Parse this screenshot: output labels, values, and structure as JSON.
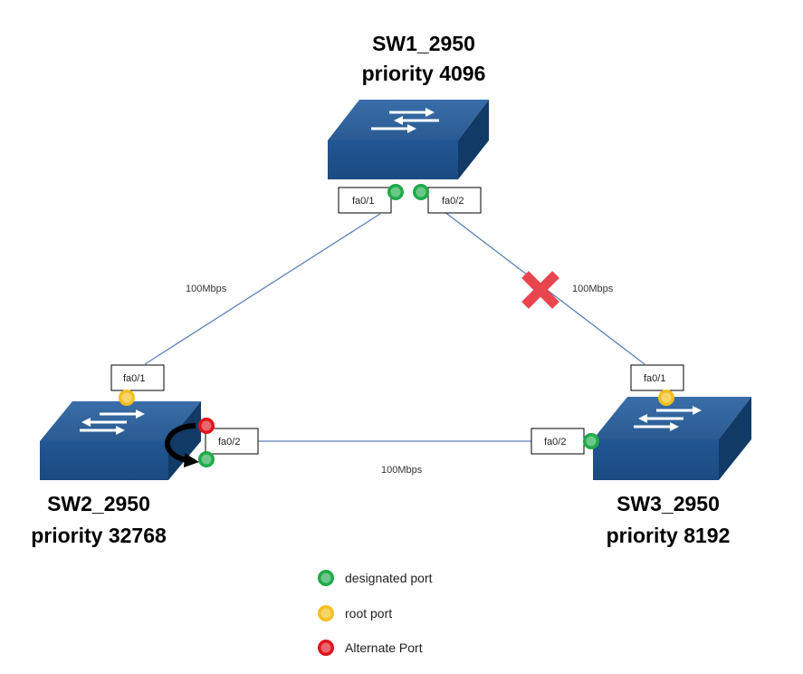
{
  "switches": {
    "sw1": {
      "name": "SW1_2950",
      "priority": "priority 4096"
    },
    "sw2": {
      "name": "SW2_2950",
      "priority": "priority 32768"
    },
    "sw3": {
      "name": "SW3_2950",
      "priority": "priority 8192"
    }
  },
  "ports": {
    "sw1_fa01": {
      "label": "fa0/1",
      "role": "designated"
    },
    "sw1_fa02": {
      "label": "fa0/2",
      "role": "designated"
    },
    "sw2_fa01": {
      "label": "fa0/1",
      "role": "root"
    },
    "sw2_fa02": {
      "label": "fa0/2",
      "role": "designated",
      "previous_role": "alternate"
    },
    "sw3_fa01": {
      "label": "fa0/1",
      "role": "root"
    },
    "sw3_fa02": {
      "label": "fa0/2",
      "role": "designated"
    }
  },
  "links": {
    "sw1_sw2": {
      "speed": "100Mbps",
      "state": "up"
    },
    "sw1_sw3": {
      "speed": "100Mbps",
      "state": "failed"
    },
    "sw2_sw3": {
      "speed": "100Mbps",
      "state": "up"
    }
  },
  "legend": {
    "designated": {
      "label": "designated port",
      "color": "#1faa4b"
    },
    "root": {
      "label": "root port",
      "color": "#f2c01e"
    },
    "alternate": {
      "label": "Alternate Port",
      "color": "#e0141e"
    }
  },
  "colors": {
    "switch_top": "#2d5d92",
    "switch_front": "#1d4f86",
    "switch_side": "#123a66",
    "link": "#5b7fb8",
    "failure_mark": "#e8454f",
    "arrow": "#000000"
  },
  "icons": {
    "switch": "switch-icon",
    "failure": "x-mark-icon",
    "transition": "curved-arrow-icon"
  }
}
